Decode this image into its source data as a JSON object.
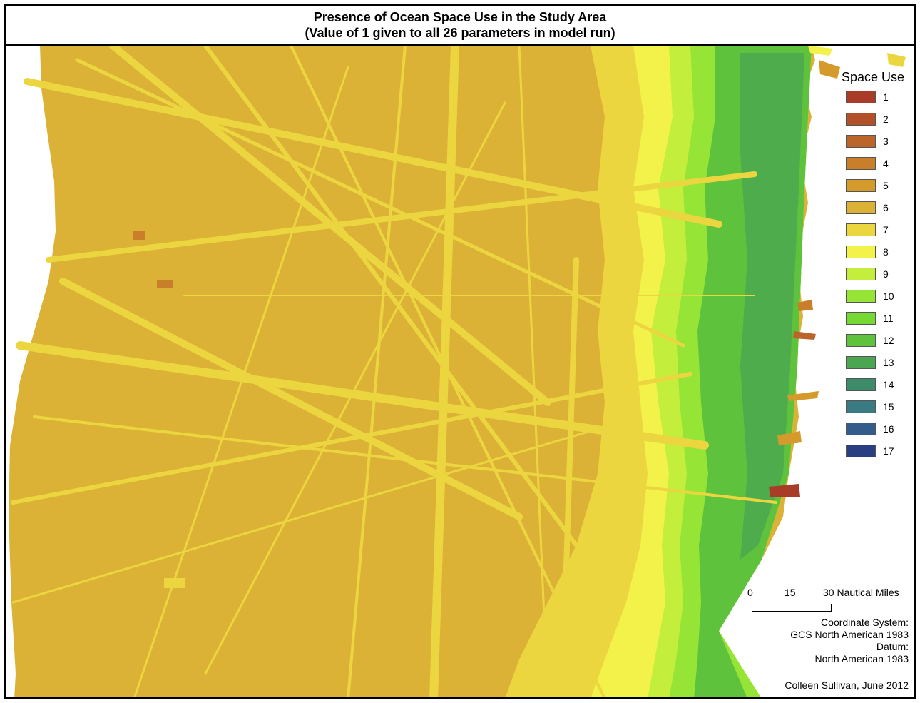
{
  "title": {
    "line1": "Presence of Ocean Space Use in the Study Area",
    "line2": "(Value of 1 given to all 26 parameters in model run)"
  },
  "legend": {
    "title": "Space Use",
    "items": [
      {
        "label": "1",
        "color": "#a83c28"
      },
      {
        "label": "2",
        "color": "#b2502a"
      },
      {
        "label": "3",
        "color": "#bb652a"
      },
      {
        "label": "4",
        "color": "#c97f2a"
      },
      {
        "label": "5",
        "color": "#d49a2c"
      },
      {
        "label": "6",
        "color": "#dcb236"
      },
      {
        "label": "7",
        "color": "#ecd640"
      },
      {
        "label": "8",
        "color": "#f2f24a"
      },
      {
        "label": "9",
        "color": "#c4ee3c"
      },
      {
        "label": "10",
        "color": "#96e436"
      },
      {
        "label": "11",
        "color": "#76d932"
      },
      {
        "label": "12",
        "color": "#5ec23c"
      },
      {
        "label": "13",
        "color": "#4aa650"
      },
      {
        "label": "14",
        "color": "#3c8c6a"
      },
      {
        "label": "15",
        "color": "#3a7a82"
      },
      {
        "label": "16",
        "color": "#345c8a"
      },
      {
        "label": "17",
        "color": "#2a3f82"
      }
    ]
  },
  "scale_bar": {
    "tick_0": "0",
    "tick_15": "15",
    "tick_30": "30 Nautical Miles"
  },
  "coordinate_info": {
    "line1": "Coordinate System:",
    "line2": "GCS North American 1983",
    "line3": "Datum:",
    "line4": "North American 1983"
  },
  "credit": "Colleen Sullivan, June 2012",
  "map_colors": {
    "background": "#dcb236",
    "lane": "#ecd640",
    "bright_lane": "#f2f24a",
    "coast_light": "#c4ee3c",
    "coast_mid": "#96e436",
    "coast_deep": "#5ec23c",
    "coast_darkest": "#3c8c6a"
  }
}
